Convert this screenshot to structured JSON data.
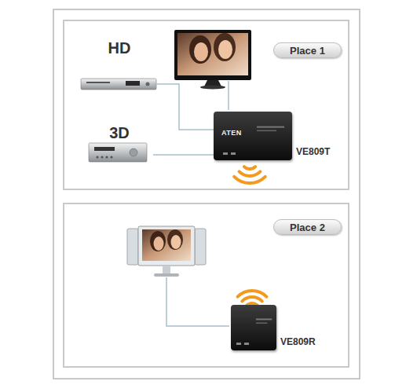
{
  "diagram": {
    "nodes": [
      {
        "text": [
          "Place 1"
        ]
      },
      {
        "text": [
          "HD"
        ],
        "in": 0
      },
      {
        "text": [
          "3D"
        ],
        "in": 0
      },
      {
        "text": [
          "VE809T"
        ],
        "in": 0
      },
      {
        "text": [
          "Place 2"
        ]
      },
      {
        "text": [
          "VE809R"
        ],
        "in": 4
      }
    ],
    "edges": [
      {
        "from": 1,
        "to": 3,
        "arrow": "none"
      },
      {
        "from": 2,
        "to": 3,
        "arrow": "none"
      }
    ],
    "labels": [
      "ATEN"
    ]
  }
}
